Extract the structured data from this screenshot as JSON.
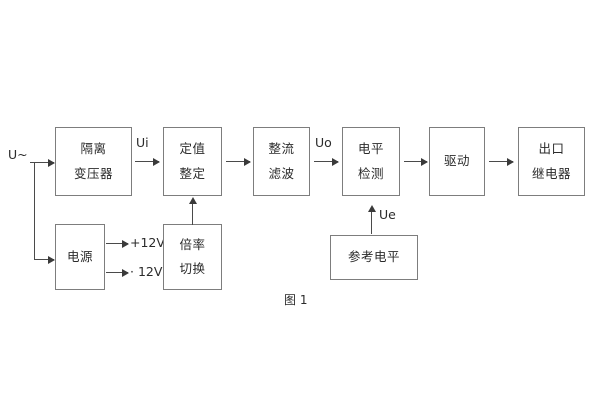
{
  "figure": {
    "caption": "图 1",
    "input_label": "U~",
    "colors": {
      "box_border": "#7d7d7d",
      "line": "#4a4a4a",
      "text": "#2b2b2b",
      "background": "#ffffff"
    }
  },
  "blocks": [
    {
      "id": "isolation-transformer",
      "line1": "隔离",
      "line2": "变压器"
    },
    {
      "id": "setting-value",
      "line1": "定值",
      "line2": "整定"
    },
    {
      "id": "rectify-filter",
      "line1": "整流",
      "line2": "滤波"
    },
    {
      "id": "level-detect",
      "line1": "电平",
      "line2": "检测"
    },
    {
      "id": "drive",
      "line1": "驱动",
      "line2": ""
    },
    {
      "id": "output-relay",
      "line1": "出口",
      "line2": "继电器"
    },
    {
      "id": "power-supply",
      "line1": "电源",
      "line2": ""
    },
    {
      "id": "multiplier-switch",
      "line1": "倍率",
      "line2": "切换"
    },
    {
      "id": "reference-level",
      "line1": "参考电平",
      "line2": ""
    }
  ],
  "signals": {
    "ui": "Ui",
    "uo": "Uo",
    "ue": "Ue",
    "rail_positive": "+12V",
    "rail_negative": "· 12V"
  }
}
